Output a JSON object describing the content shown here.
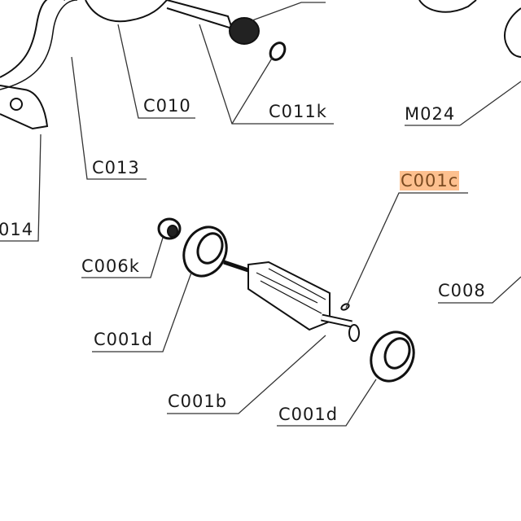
{
  "labels": {
    "c010": "C010",
    "c011k": "C011k",
    "m024": "M024",
    "c013": "C013",
    "c001c": "C001c",
    "c014": "014",
    "c006k": "C006k",
    "c008": "C008",
    "c001d_left": "C001d",
    "c001b": "C001b",
    "c001d_right": "C001d"
  },
  "highlight_color": "#fdc08f"
}
